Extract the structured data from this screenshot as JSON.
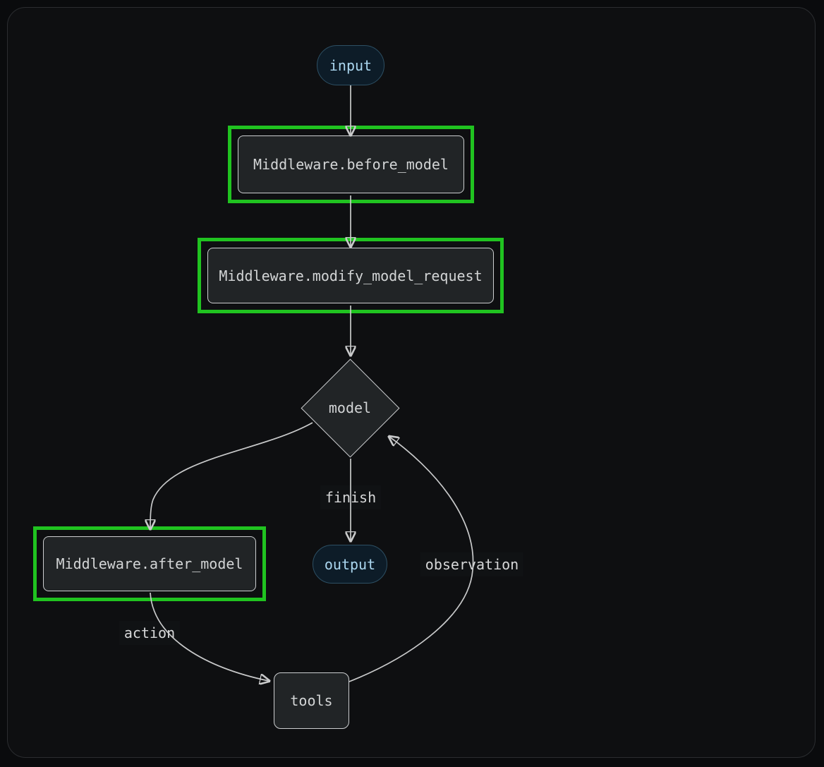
{
  "colors": {
    "background": "#0a0b0d",
    "frame_border": "#2b2d30",
    "node_fill": "#212426",
    "node_border": "#ccced0",
    "node_text": "#d3d5d6",
    "pill_fill": "#0d1c28",
    "pill_border": "#2d4f63",
    "pill_text": "#abd7f0",
    "edge": "#c9cacb",
    "edge_label_bg": "#101214",
    "edge_label_text": "#d6d7d8",
    "highlight": "#20c320"
  },
  "nodes": {
    "input": {
      "label": "input"
    },
    "before_model": {
      "label": "Middleware.before_model",
      "highlighted": true
    },
    "modify_model_request": {
      "label": "Middleware.modify_model_request",
      "highlighted": true
    },
    "model": {
      "label": "model"
    },
    "output": {
      "label": "output"
    },
    "after_model": {
      "label": "Middleware.after_model",
      "highlighted": true
    },
    "tools": {
      "label": "tools"
    }
  },
  "edge_labels": {
    "finish": "finish",
    "action": "action",
    "observation": "observation"
  }
}
